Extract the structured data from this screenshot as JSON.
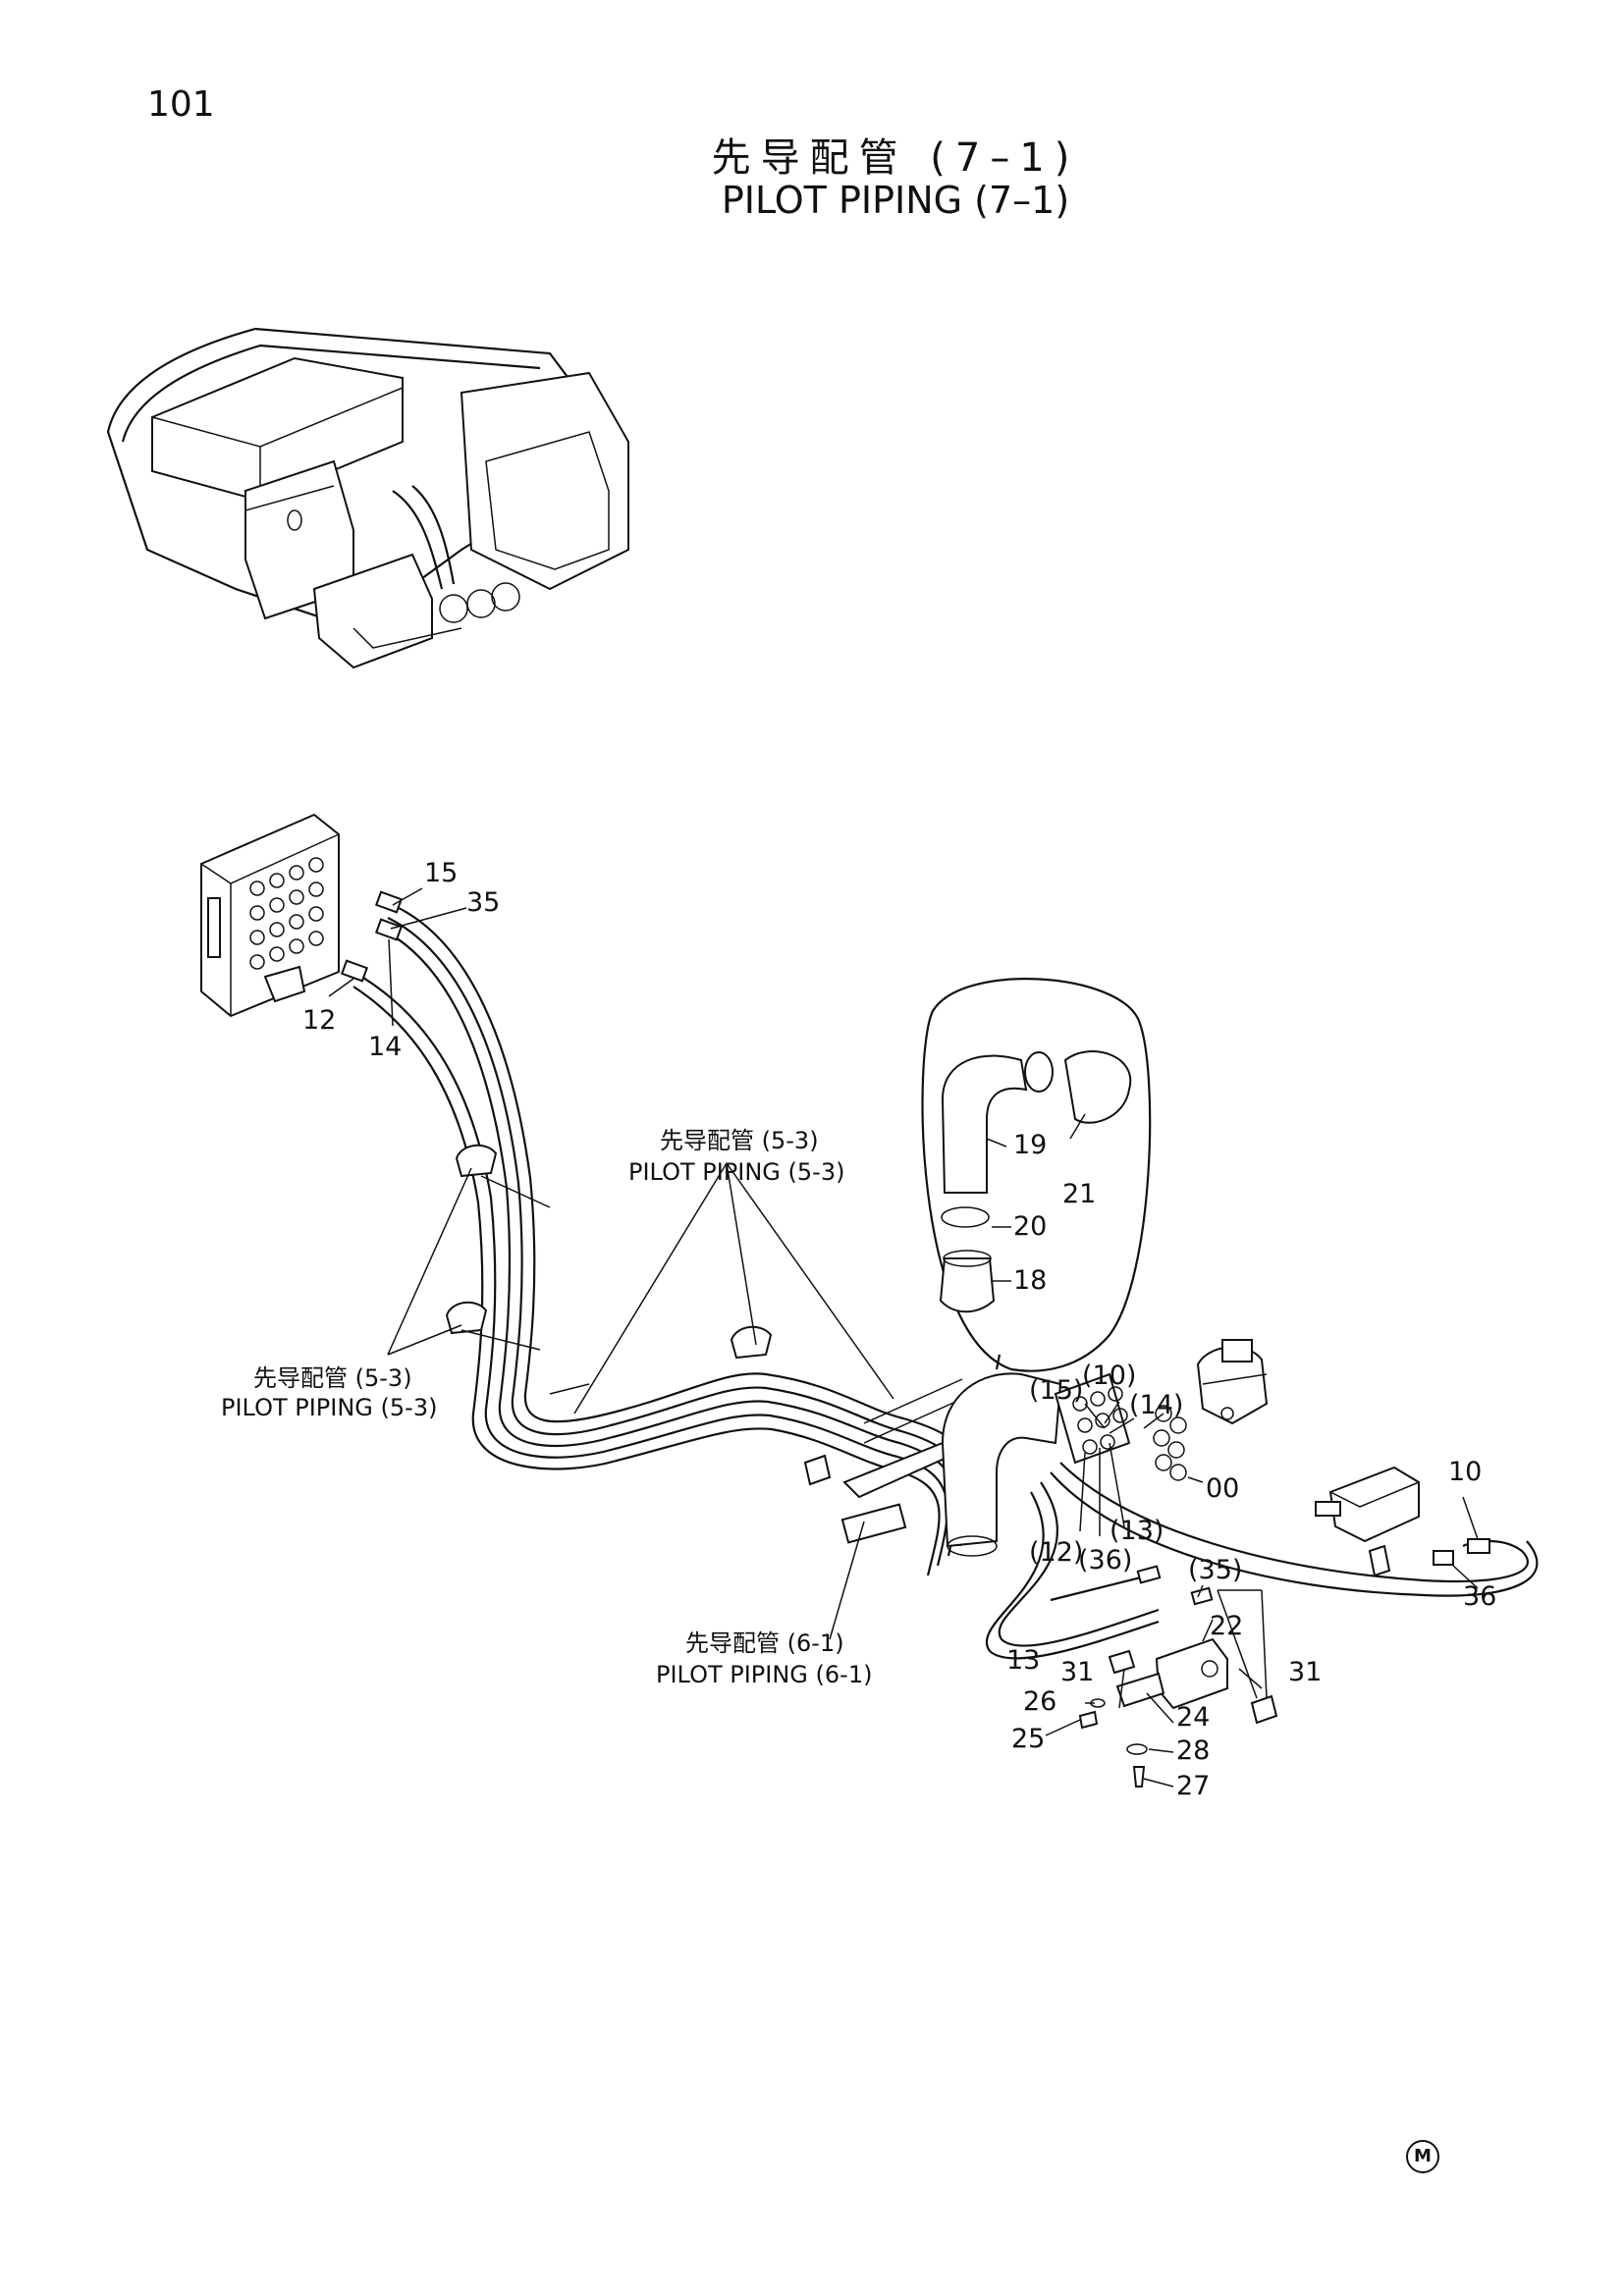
{
  "page": {
    "number": "101",
    "title_cn": "先导配管 (7–1)",
    "title_en": "PILOT PIPING (7–1)"
  },
  "references": {
    "cn_5_3": "先导配管 (5-3)",
    "en_5_3": "PILOT PIPING (5-3)",
    "cn_6_1": "先导配管 (6-1)",
    "en_6_1": "PILOT PIPING (6-1)"
  },
  "callouts": {
    "p15": "15",
    "p35": "35",
    "p12": "12",
    "p14": "14",
    "p19": "19",
    "p21": "21",
    "p20": "20",
    "p18": "18",
    "p15b": "(15)",
    "p10b": "(10)",
    "p14b": "(14)",
    "p00": "00",
    "p12b": "(12)",
    "p36b": "(36)",
    "p13b": "(13)",
    "p35b": "(35)",
    "p10": "10",
    "p36": "36",
    "p22": "22",
    "p13": "13",
    "p31a": "31",
    "p31b": "31",
    "p26": "26",
    "p24": "24",
    "p25": "25",
    "p28": "28",
    "p27": "27"
  },
  "mark_symbol": "M"
}
